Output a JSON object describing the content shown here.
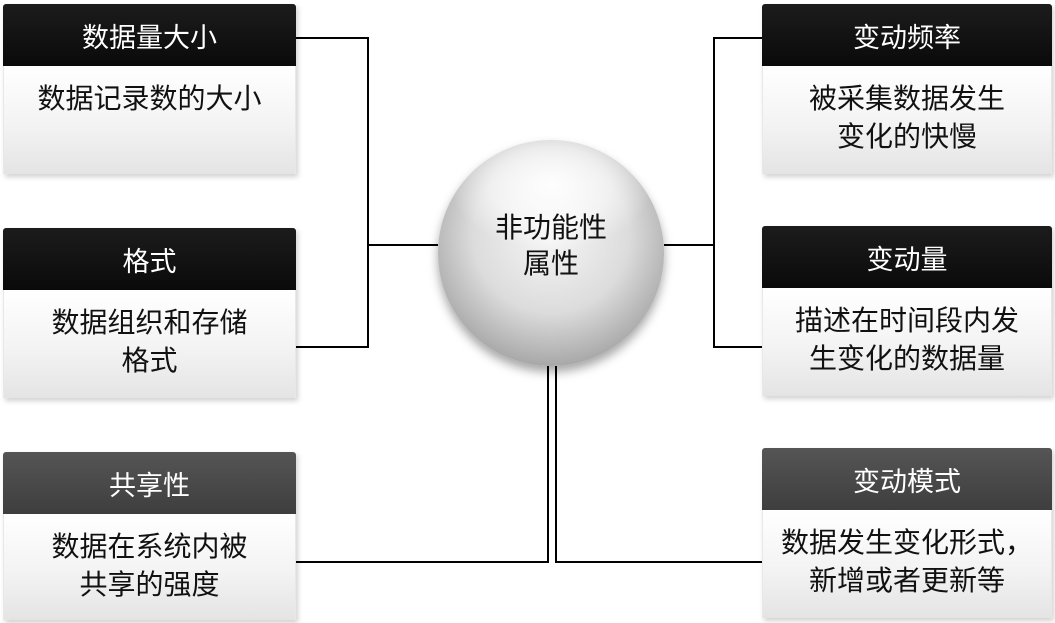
{
  "center": {
    "lines": [
      "非功能性",
      "属性"
    ]
  },
  "left": [
    {
      "title": "数据量大小",
      "body": [
        "数据记录数的大小"
      ],
      "dark": true
    },
    {
      "title": "格式",
      "body": [
        "数据组织和存储",
        "格式"
      ],
      "dark": true
    },
    {
      "title": "共享性",
      "body": [
        "数据在系统内被",
        "共享的强度"
      ],
      "dark": false
    }
  ],
  "right": [
    {
      "title": "变动频率",
      "body": [
        "被采集数据发生",
        "变化的快慢"
      ],
      "dark": true
    },
    {
      "title": "变动量",
      "body": [
        "描述在时间段内发",
        "生变化的数据量"
      ],
      "dark": true
    },
    {
      "title": "变动模式",
      "body": [
        "数据发生变化形式，",
        "新增或者更新等"
      ],
      "dark": false
    }
  ],
  "colors": {
    "header_dark": "#111111",
    "header_grey": "#484848",
    "line": "#000000"
  }
}
